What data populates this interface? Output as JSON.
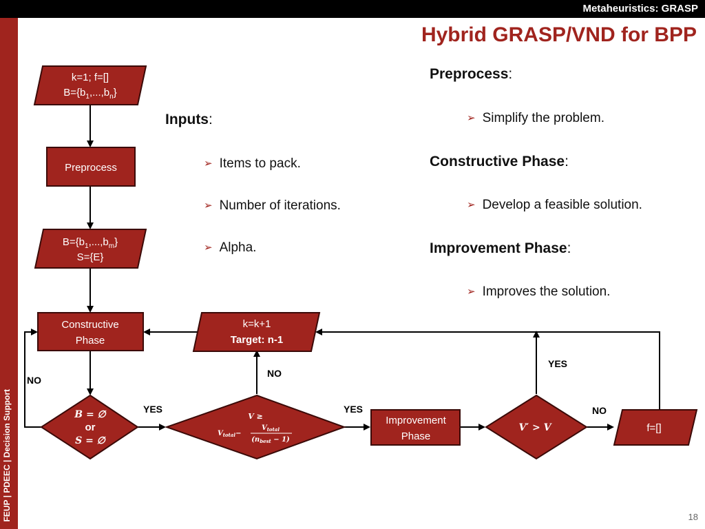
{
  "header": {
    "course_title": "Metaheuristics: GRASP"
  },
  "sidebar": {
    "label": "FEUP | PDEEC | Decision Support"
  },
  "slide": {
    "title": "Hybrid GRASP/VND for BPP",
    "page_number": "18"
  },
  "inputs": {
    "heading": "Inputs",
    "bullets": [
      "Items to pack.",
      "Number of iterations.",
      "Alpha."
    ]
  },
  "phases": [
    {
      "heading": "Preprocess",
      "bullet": "Simplify the problem."
    },
    {
      "heading": "Constructive Phase",
      "bullet": "Develop a feasible solution."
    },
    {
      "heading": "Improvement Phase",
      "bullet": "Improves the solution."
    }
  ],
  "flowchart": {
    "init_line1": "k=1; f=[]",
    "init_line2_prefix": "B={b",
    "init_sub1": "1",
    "init_mid": ",...,b",
    "init_subn": "n",
    "init_suffix": "}",
    "preprocess": "Preprocess",
    "reduced_prefix": "B={b",
    "reduced_sub1": "1",
    "reduced_mid": ",...,b",
    "reduced_subm": "m",
    "reduced_suffix": "}",
    "reduced_line2": "S={E}",
    "constructive_line1": "Constructive",
    "constructive_line2": "Phase",
    "update_line1": "k=k+1",
    "update_line2": "Target: n-1",
    "empty_check_line1": "B = ∅",
    "empty_check_or": "or",
    "empty_check_line2": "S = ∅",
    "bound_check_line1": "V ≥",
    "bound_check_lhs": "V",
    "bound_check_lhs_sub": "total",
    "bound_check_minus": "−",
    "bound_check_num": "V",
    "bound_check_num_sub": "total",
    "bound_check_den": "(n",
    "bound_check_den_sub": "best",
    "bound_check_den_tail": " − 1)",
    "improvement_line1": "Improvement",
    "improvement_line2": "Phase",
    "compare_check": "V′ > V",
    "reset": "f=[]",
    "labels": {
      "no": "NO",
      "yes": "YES"
    }
  },
  "colors": {
    "accent": "#a0241e",
    "node_fill": "#a0241e",
    "node_stroke": "#3a0a08",
    "edge": "#000000"
  }
}
